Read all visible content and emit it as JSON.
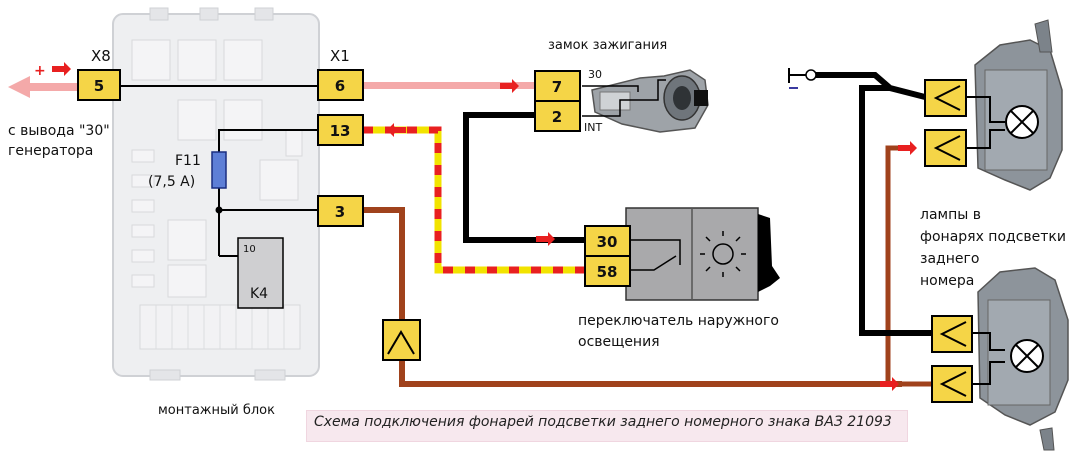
{
  "block": {
    "x8_label": "X8",
    "x1_label": "X1",
    "pin_5": "5",
    "pin_6": "6",
    "pin_13": "13",
    "pin_3": "3",
    "fuse_name": "F11",
    "fuse_rating": "(7,5 A)",
    "relay_pin": "10",
    "relay_name": "K4",
    "label": "монтажный блок"
  },
  "generator": {
    "plus_sign": "+",
    "line1": "с вывода \"30\"",
    "line2": "генератора"
  },
  "ignition": {
    "label": "замок зажигания",
    "pin_7": "7",
    "pin_2": "2",
    "term_30": "30",
    "term_int": "INT"
  },
  "switch": {
    "pin_30": "30",
    "pin_58": "58",
    "label_line1": "переключатель наружного",
    "label_line2": "освещения"
  },
  "lamps": {
    "label_line1": "лампы в",
    "label_line2": "фонарях подсветки",
    "label_line3": "заднего",
    "label_line4": "номера"
  },
  "caption": "Схема подключения фонарей подсветки заднего номерного знака ВАЗ 21093",
  "colors": {
    "pin_fill": "#f5d547",
    "wire_black": "#000000",
    "wire_pink": "#f4a9a9",
    "wire_brown": "#a0421c",
    "wire_yellow": "#f2e300",
    "wire_red": "#e82020",
    "fuse_blue": "#5e7fd6"
  }
}
